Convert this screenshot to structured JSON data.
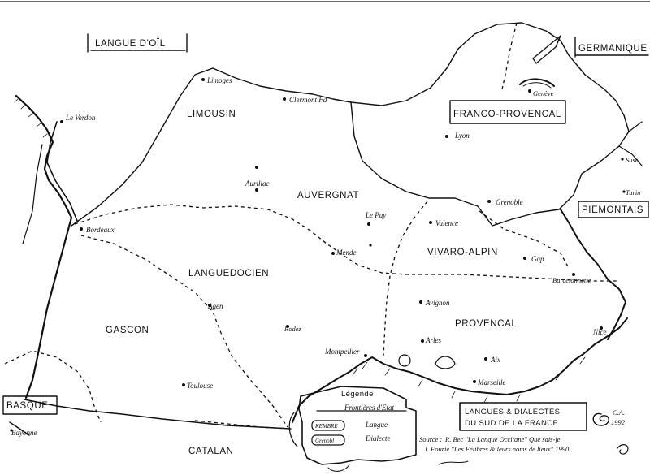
{
  "regions": {
    "langue_doil": "LANGUE D'OÏL",
    "germanique": "GERMANIQUE",
    "franco_provencal": "FRANCO-PROVENCAL",
    "piemontais": "PIEMONTAIS",
    "limousin": "LIMOUSIN",
    "auvergnat": "AUVERGNAT",
    "vivaro_alpin": "VIVARO-ALPIN",
    "languedocien": "LANGUEDOCIEN",
    "gascon": "GASCON",
    "provencal": "PROVENCAL",
    "basque": "BASQUE",
    "catalan": "CATALAN"
  },
  "cities": {
    "limoges": "Limoges",
    "clermont": "Clermont Fd",
    "geneve": "Genève",
    "lyon": "Lyon",
    "le_verdon": "Le Verdon",
    "aurillac": "Aurillac",
    "le_puy": "Le Puy",
    "valence": "Valence",
    "grenoble": "Grenoble",
    "bordeaux": "Bordeaux",
    "mende": "Mende",
    "gap": "Gap",
    "barcelonnette": "Barcelonnette",
    "agen": "Agen",
    "avignon": "Avignon",
    "rodez": "Rodez",
    "montpellier": "Montpellier",
    "arles": "Arles",
    "aix": "Aix",
    "nice": "Nice",
    "marseille": "Marseille",
    "toulouse": "Toulouse",
    "bayonne": "Bayonne",
    "suse": "Suse",
    "turin": "Turin"
  },
  "legend": {
    "title": "Légende",
    "frontiere": "Frontières d'Etat",
    "marker_a": "KEMBRE",
    "marker_b": "Grenobl",
    "langue": "Langue",
    "dialecte": "Dialecte"
  },
  "map_title": {
    "line1": "LANGUES & DIALECTES",
    "line2": "DU SUD DE LA FRANCE"
  },
  "source": {
    "label": "Source :",
    "line1": "R. Bec \"La Langue Occitane\" Que sais-je",
    "line2": "J. Fourié \"Les Félibres & leurs noms de lieux\" 1990"
  },
  "signature": {
    "initials": "C.A.",
    "year": "1992"
  }
}
